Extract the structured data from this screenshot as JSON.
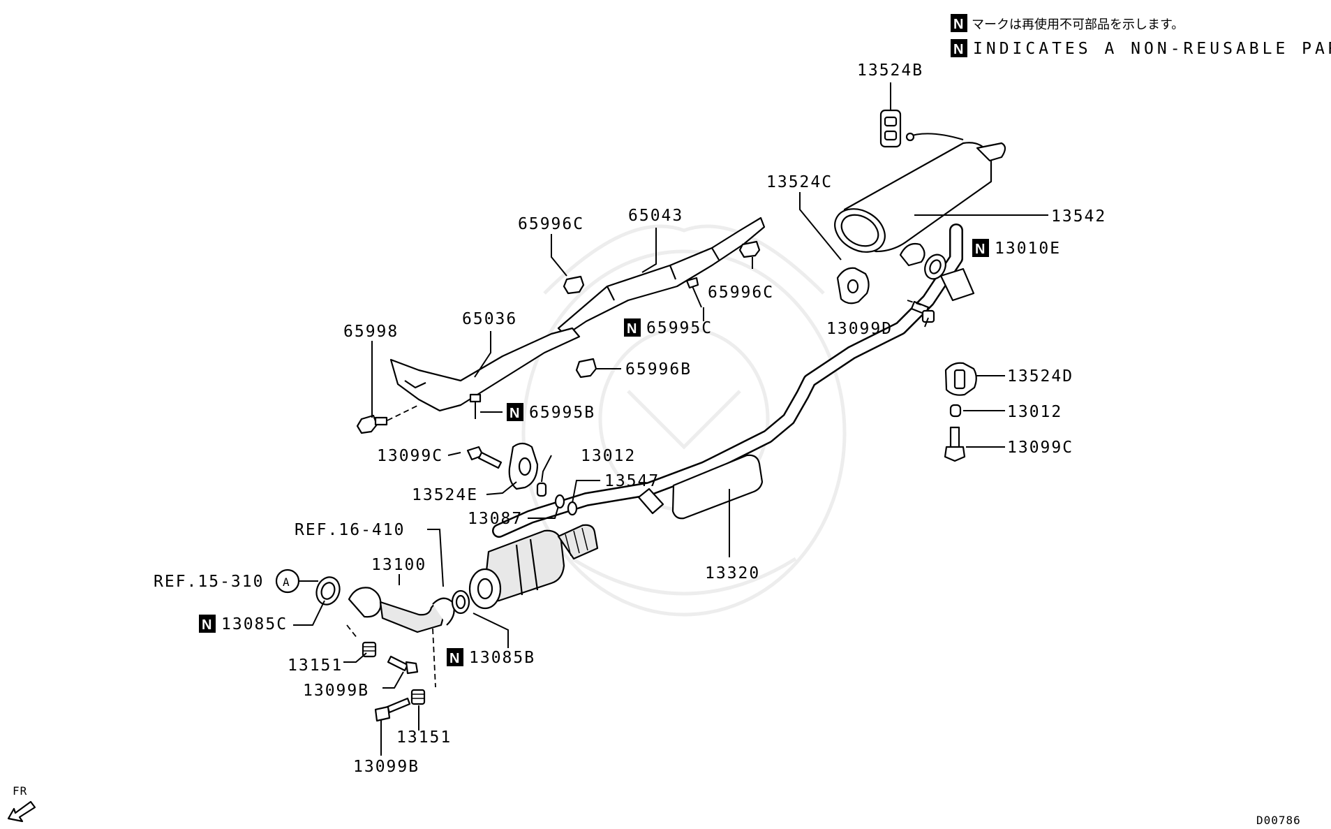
{
  "legend": {
    "badge": "N",
    "line_jp": "マークは再使用不可部品を示します。",
    "line_en": "INDICATES A NON-REUSABLE PART."
  },
  "labels": {
    "p13524B": "13524B",
    "p13524C": "13524C",
    "p13542": "13542",
    "p13010E": "13010E",
    "p13099D": "13099D",
    "p13524D": "13524D",
    "p13012_r": "13012",
    "p13099C_r": "13099C",
    "p65043": "65043",
    "p65996C_a": "65996C",
    "p65996C_b": "65996C",
    "p65995C": "65995C",
    "p65036": "65036",
    "p65998": "65998",
    "p65996B": "65996B",
    "p65995B": "65995B",
    "p13099C_l": "13099C",
    "p13012_l": "13012",
    "p13524E": "13524E",
    "p13547": "13547",
    "p13087": "13087",
    "ref16": "REF.16-410",
    "p13100": "13100",
    "ref15": "REF.15-310",
    "circleA": "A",
    "p13085C": "13085C",
    "p13320": "13320",
    "p13085B": "13085B",
    "p13151_a": "13151",
    "p13099B_a": "13099B",
    "p13151_b": "13151",
    "p13099B_b": "13099B",
    "fr": "FR",
    "diagram_id": "D00786"
  }
}
